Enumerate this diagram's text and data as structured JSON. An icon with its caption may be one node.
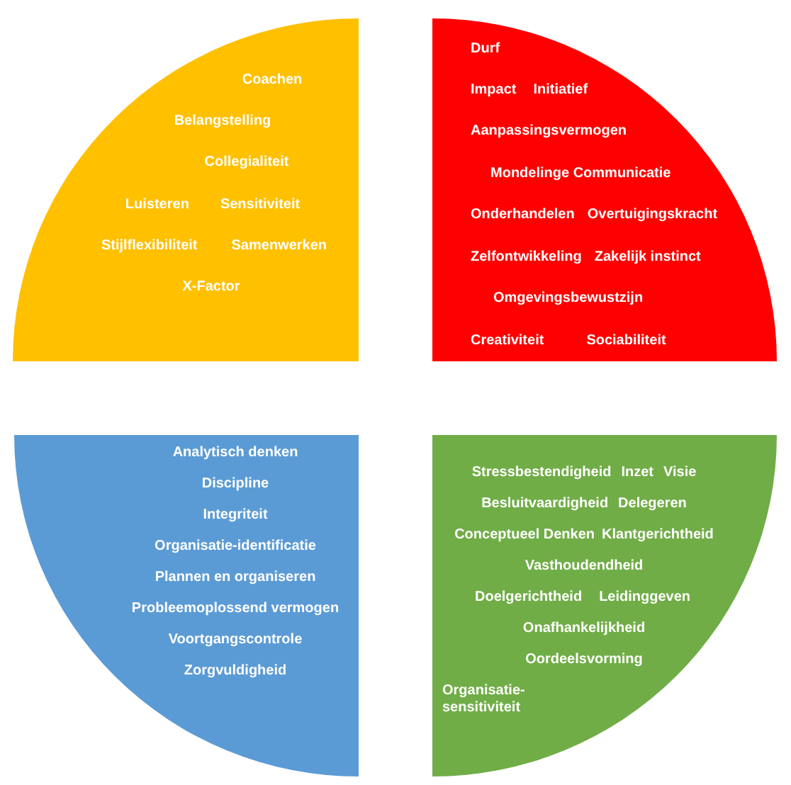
{
  "diagram": {
    "nodes": [
      {
        "text": [
          "Coachen",
          "Belangstelling",
          "Collegialiteit",
          "Luisteren",
          "Sensitiviteit",
          "Stijlflexibiliteit",
          "Samenwerken",
          "X-Factor"
        ]
      },
      {
        "text": [
          "Durf",
          "Impact",
          "Initiatief",
          "Aanpassingsvermogen",
          "Mondelinge Communicatie",
          "Onderhandelen",
          "Overtuigingskracht",
          "Zelfontwikkeling",
          "Zakelijk instinct",
          "Omgevingsbewustzijn",
          "Creativiteit",
          "Sociabiliteit"
        ]
      },
      {
        "text": [
          "Analytisch denken",
          "Discipline",
          "Integriteit",
          "Organisatie-identificatie",
          "Plannen en organiseren",
          "Probleemoplossend vermogen",
          "Voortgangscontrole",
          "Zorgvuldigheid"
        ]
      },
      {
        "text": [
          "Stressbestendigheid",
          "Inzet",
          "Visie",
          "Besluitvaardigheid",
          "Delegeren",
          "Conceptueel Denken",
          "Klantgerichtheid",
          "Vasthoudendheid",
          "Doelgerichtheid",
          "Leidinggeven",
          "Onafhankelijkheid",
          "Oordeelsvorming",
          "Organisatie- sensitiviteit"
        ]
      }
    ]
  }
}
